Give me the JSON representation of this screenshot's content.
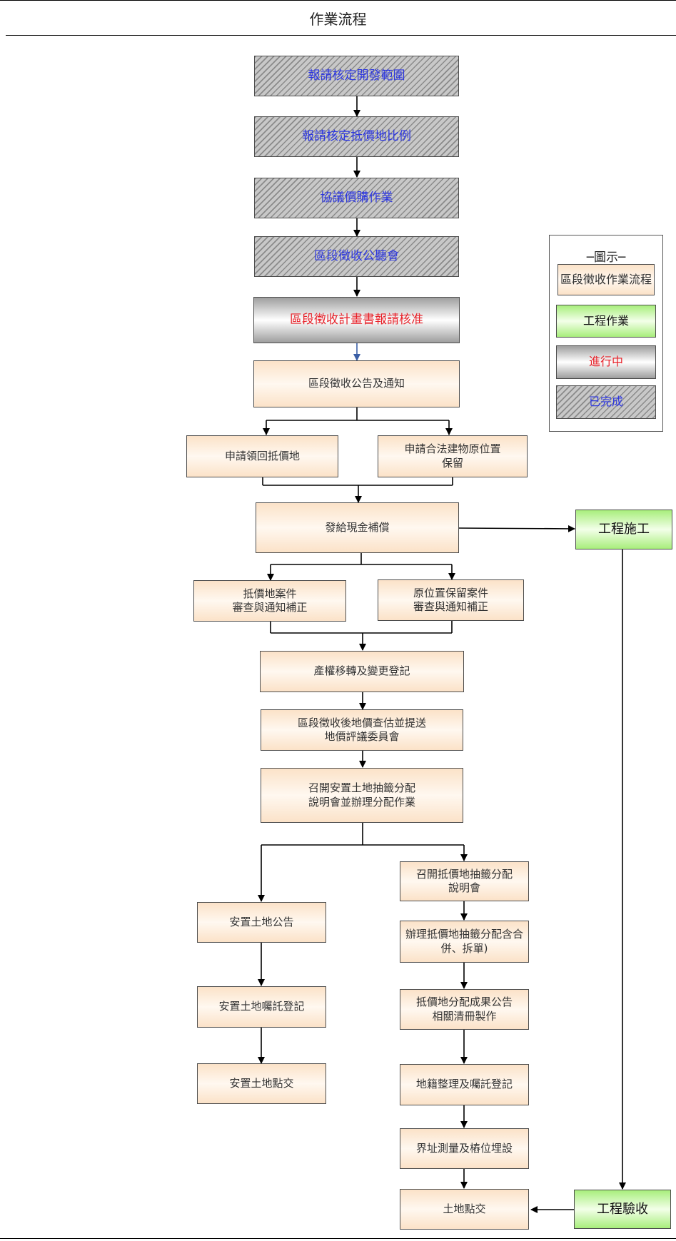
{
  "header": {
    "title": "作業流程"
  },
  "legend": {
    "title": "─圖示─",
    "items": [
      {
        "label": "區段徵收作業流程",
        "style": "task"
      },
      {
        "label": "工程作業",
        "style": "eng"
      },
      {
        "label": "進行中",
        "style": "inprog"
      },
      {
        "label": "已完成",
        "style": "done"
      }
    ]
  },
  "flow": {
    "n1": "報請核定開發範圍",
    "n2": "報請核定抵價地比例",
    "n3": "協議價購作業",
    "n4": "區段徵收公聽會",
    "n5": "區段徵收計畫書報請核准",
    "n6": "區段徵收公告及通知",
    "n7": "申請領回抵價地",
    "n8": "申請合法建物原位置\n保留",
    "n9": "發給現金補償",
    "n10": "抵價地案件\n審查與通知補正",
    "n11": "原位置保留案件\n審查與通知補正",
    "n12": "產權移轉及變更登記",
    "n13": "區段徵收後地價查估並提送\n地價評議委員會",
    "n14": "召開安置土地抽籤分配\n說明會並辦理分配作業",
    "n15": "安置土地公告",
    "n16": "安置土地囑託登記",
    "n17": "安置土地點交",
    "n18": "召開抵價地抽籤分配\n說明會",
    "n19": "辦理抵價地抽籤分配含合\n併、拆單)",
    "n20": "抵價地分配成果公告\n相關清冊製作",
    "n21": "地籍整理及囑託登記",
    "n22": "界址測量及樁位埋設",
    "n23": "土地點交"
  },
  "engineering": {
    "construction": "工程施工",
    "acceptance": "工程驗收"
  },
  "colors": {
    "done_text": "#2b35e0",
    "in_progress_text": "#e8222a",
    "task_fill": "#fbe2c8",
    "engineering_fill": "#a8ee7c"
  }
}
